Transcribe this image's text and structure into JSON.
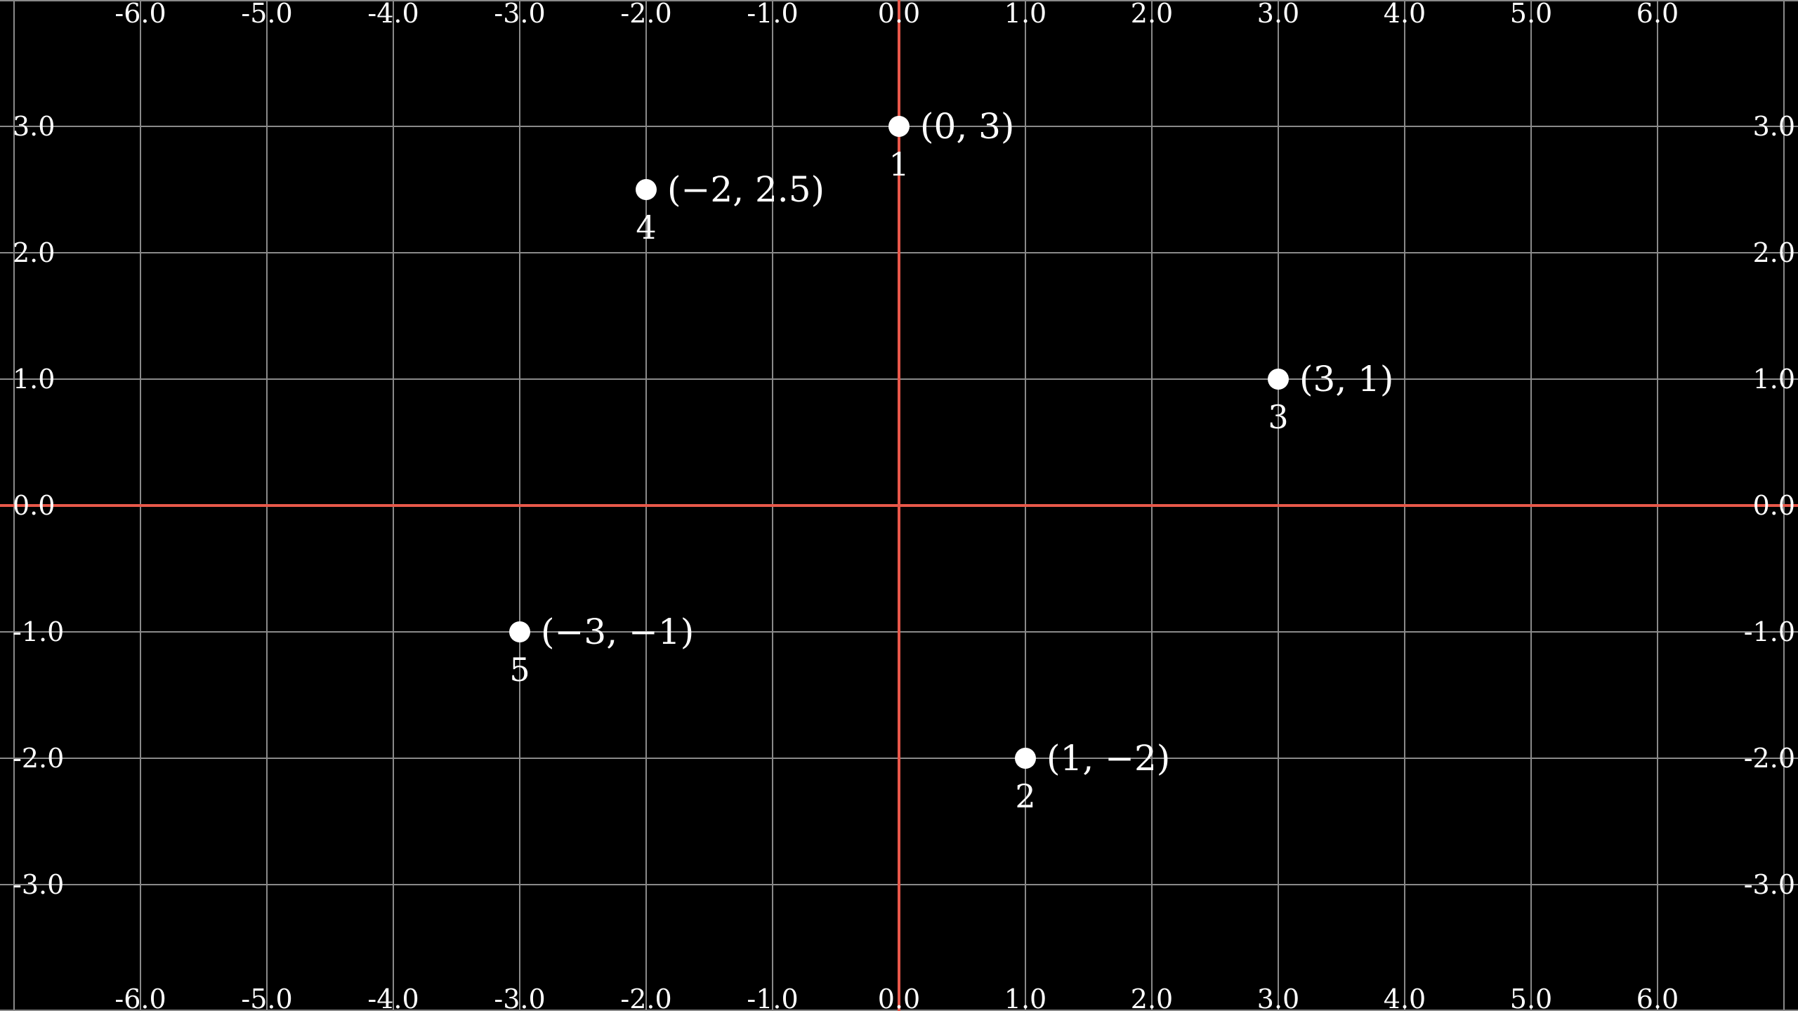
{
  "chart_data": {
    "type": "scatter",
    "xlim": [
      -7.1,
      7.1
    ],
    "ylim": [
      -4.0,
      4.0
    ],
    "grid": true,
    "x_ticks": [
      "-6.0",
      "-5.0",
      "-4.0",
      "-3.0",
      "-2.0",
      "-1.0",
      "0.0",
      "1.0",
      "2.0",
      "3.0",
      "4.0",
      "5.0",
      "6.0"
    ],
    "x_tick_values": [
      -6,
      -5,
      -4,
      -3,
      -2,
      -1,
      0,
      1,
      2,
      3,
      4,
      5,
      6
    ],
    "y_ticks": [
      "3.0",
      "2.0",
      "1.0",
      "0.0",
      "-1.0",
      "-2.0",
      "-3.0"
    ],
    "y_tick_values": [
      3,
      2,
      1,
      0,
      -1,
      -2,
      -3
    ],
    "points": [
      {
        "x": 0,
        "y": 3,
        "label": "(0, 3)",
        "index": "1"
      },
      {
        "x": 1,
        "y": -2,
        "label": "(1, −2)",
        "index": "2"
      },
      {
        "x": 3,
        "y": 1,
        "label": "(3, 1)",
        "index": "3"
      },
      {
        "x": -2,
        "y": 2.5,
        "label": "(−2, 2.5)",
        "index": "4"
      },
      {
        "x": -3,
        "y": -1,
        "label": "(−3, −1)",
        "index": "5"
      }
    ],
    "colors": {
      "background": "#000000",
      "grid": "#8a8a8a",
      "axes": "#e8584a",
      "points": "#ffffff",
      "text": "#ffffff"
    }
  }
}
